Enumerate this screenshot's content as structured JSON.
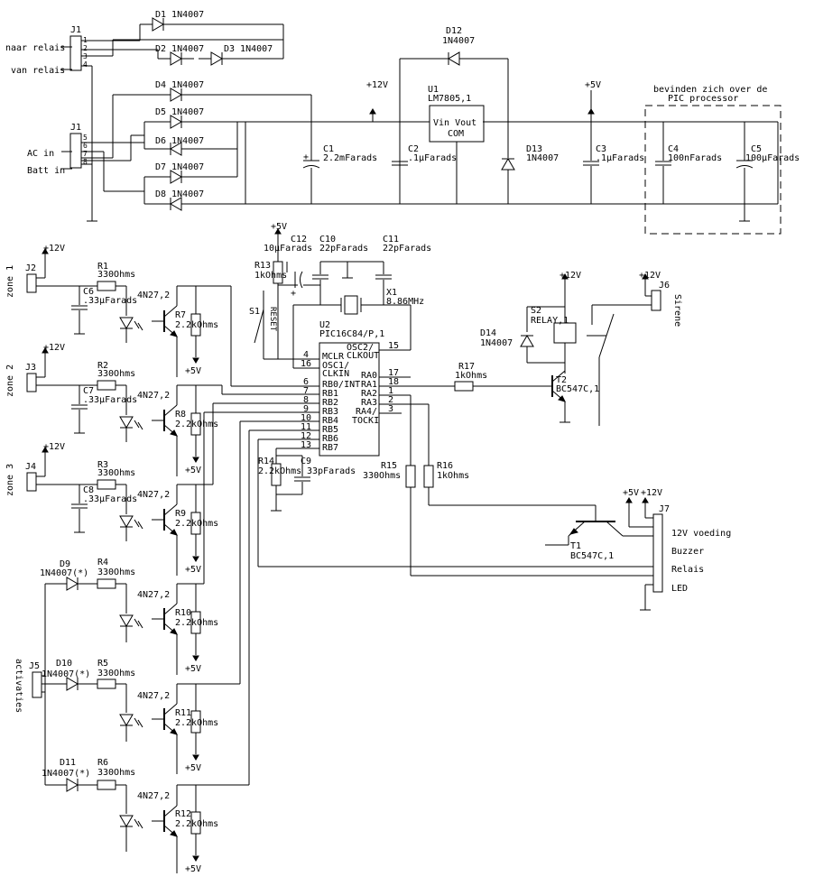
{
  "power": {
    "j1_label": "J1",
    "j1_pins_top": [
      "1",
      "2",
      "3",
      "4"
    ],
    "j1_pins_bottom": [
      "5",
      "6",
      "7",
      "8"
    ],
    "naar_relais": "naar relais",
    "van_relais": "van relais",
    "ac_in": "AC in",
    "batt_in": "Batt in",
    "d1": "D1  1N4007",
    "d2": "D2  1N4007",
    "d3": "D3  1N4007",
    "d4": "D4  1N4007",
    "d5": "D5  1N4007",
    "d6": "D6  1N4007",
    "d7": "D7  1N4007",
    "d8": "D8  1N4007",
    "d12_ref": "D12",
    "d12_val": "1N4007",
    "d13_ref": "D13",
    "d13_val": "1N4007",
    "u1_ref": "U1",
    "u1_val": "LM7805,1",
    "u1_pins": "Vin  Vout",
    "u1_com": "COM",
    "c1_ref": "C1",
    "c1_val": "2.2mFarads",
    "c2_ref": "C2",
    "c2_val": ".1µFarads",
    "c3_ref": "C3",
    "c3_val": ".1µFarads",
    "c4_ref": "C4",
    "c4_val": "100nFarads",
    "c5_ref": "C5",
    "c5_val": "100µFarads",
    "plus12": "+12V",
    "plus5": "+5V",
    "note_line1": "bevinden zich over de",
    "note_line2": "PIC processor"
  },
  "zones": {
    "j2": "J2",
    "j3": "J3",
    "j4": "J4",
    "zone1": "zone 1",
    "zone2": "zone 2",
    "zone3": "zone 3",
    "r1": "R1",
    "r2": "R2",
    "r3": "R3",
    "r_val": "330Ohms",
    "c6": "C6",
    "c7": "C7",
    "c8": "C8",
    "c_val": ".33µFarads",
    "opto": "4N27,2",
    "r7": "R7",
    "r8": "R8",
    "r9": "R9",
    "r_opto_val": "2.2kOhms",
    "plus12": "+12V",
    "plus5": "+5V"
  },
  "activaties": {
    "j5": "J5",
    "label": "activaties",
    "d9": "D9",
    "d10": "D10",
    "d11": "D11",
    "d_val": "1N4007(*)",
    "r4": "R4",
    "r5": "R5",
    "r6": "R6",
    "r_val": "330Ohms",
    "r10": "R10",
    "r11": "R11",
    "r12": "R12",
    "r_opto_val": "2.2kOhms",
    "opto": "4N27,2",
    "plus5": "+5V"
  },
  "pic": {
    "u2_ref": "U2",
    "u2_val": "PIC16C84/P,1",
    "left_pins": [
      "4",
      "16",
      "6",
      "7",
      "8",
      "9",
      "10",
      "11",
      "12",
      "13"
    ],
    "left_names": [
      "MCLR",
      "OSC1/",
      "CLKIN",
      "RB0/INT",
      "RB1",
      "RB2",
      "RB3",
      "RB4",
      "RB5",
      "RB6",
      "RB7"
    ],
    "right_pins": [
      "15",
      "17",
      "18",
      "1",
      "2",
      "3"
    ],
    "right_names": [
      "OSC2/",
      "CLKOUT",
      "RA0",
      "RA1",
      "RA2",
      "RA3",
      "RA4/",
      "TOCKI"
    ],
    "c12_ref": "C12",
    "c12_val": "10µFarads",
    "c10_ref": "C10",
    "c10_val": "22pFarads",
    "c11_ref": "C11",
    "c11_val": "22pFarads",
    "r13_ref": "R13",
    "r13_val": "1kOhms",
    "s1": "S1",
    "reset": "RESET",
    "x1_ref": "X1",
    "x1_val": "8.86MHz",
    "r14_ref": "R14",
    "r14_val": "2.2kOhms",
    "c9_ref": "C9",
    "c9_val": "33pFarads",
    "r15_ref": "R15",
    "r15_val": "330Ohms",
    "r16_ref": "R16",
    "r16_val": "1kOhms",
    "r17_ref": "R17",
    "r17_val": "1kOhms",
    "plus5": "+5V"
  },
  "outputs": {
    "s2_ref": "S2",
    "s2_val": "RELAY,1",
    "d14_ref": "D14",
    "d14_val": "1N4007",
    "t2_ref": "T2",
    "t2_val": "BC547C,1",
    "t1_ref": "T1",
    "t1_val": "BC547C,1",
    "j6": "J6",
    "sirene": "Sirene",
    "j7": "J7",
    "j7_12v": "12V voeding",
    "j7_buzzer": "Buzzer",
    "j7_relais": "Relais",
    "j7_led": "LED",
    "plus5": "+5V",
    "plus12": "+12V"
  }
}
